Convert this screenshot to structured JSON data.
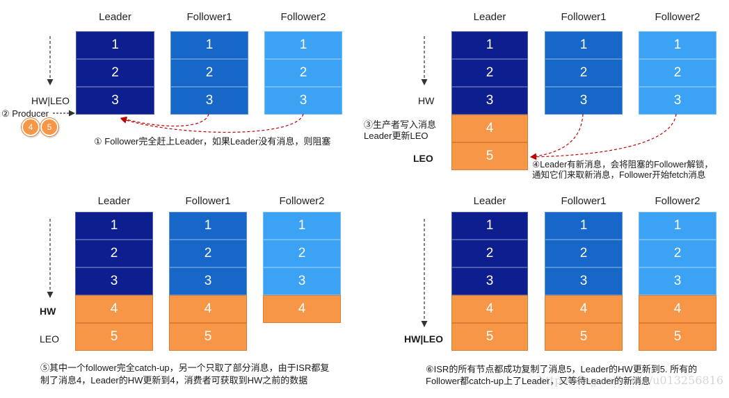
{
  "colors": {
    "leader": "#0d1f8e",
    "follower1": "#1767c9",
    "follower2": "#3ca3f4",
    "new_message": "#f79646",
    "new_message_border": "#e07a30",
    "fetch_arrow": "#c00000"
  },
  "panels": [
    {
      "headers": {
        "leader": "Leader",
        "follower1": "Follower1",
        "follower2": "Follower2"
      },
      "leader": [
        1,
        2,
        3
      ],
      "follower1": [
        1,
        2,
        3
      ],
      "follower2": [
        1,
        2,
        3
      ],
      "hw_leo_label": "HW|LEO",
      "producer_label": "② Producer",
      "pending_messages": [
        4,
        5
      ],
      "caption": [
        "① Follower完全赶上Leader，如果Leader没有消息，则阻塞"
      ]
    },
    {
      "headers": {
        "leader": "Leader",
        "follower1": "Follower1",
        "follower2": "Follower2"
      },
      "leader": [
        1,
        2,
        3,
        4,
        5
      ],
      "follower1": [
        1,
        2,
        3
      ],
      "follower2": [
        1,
        2,
        3
      ],
      "hw_label": "HW",
      "leo_label": "LEO",
      "write_note": [
        "③生产者写入消息",
        "Leader更新LEO"
      ],
      "caption": [
        "④Leader有新消息，会将阻塞的Follower解锁，",
        "通知它们来取新消息，Follower开始fetch消息"
      ]
    },
    {
      "headers": {
        "leader": "Leader",
        "follower1": "Follower1",
        "follower2": "Follower2"
      },
      "leader": [
        1,
        2,
        3,
        4,
        5
      ],
      "follower1": [
        1,
        2,
        3,
        4,
        5
      ],
      "follower2": [
        1,
        2,
        3,
        4
      ],
      "hw_label": "HW",
      "leo_label": "LEO",
      "caption": [
        "⑤其中一个follower完全catch-up，另一个只取了部分消息，由于ISR都复",
        "制了消息4，Leader的HW更新到4，消费者可获取到HW之前的数据"
      ]
    },
    {
      "headers": {
        "leader": "Leader",
        "follower1": "Follower1",
        "follower2": "Follower2"
      },
      "leader": [
        1,
        2,
        3,
        4,
        5
      ],
      "follower1": [
        1,
        2,
        3,
        4,
        5
      ],
      "follower2": [
        1,
        2,
        3,
        4,
        5
      ],
      "hw_leo_label": "HW|LEO",
      "caption": [
        "⑥ISR的所有节点都成功复制了消息5，Leader的HW更新到5. 所有的",
        "Follower都catch-up上了Leader，又等待Leader的新消息"
      ]
    }
  ],
  "watermark": "http://blog.csdn.net/u013256816"
}
